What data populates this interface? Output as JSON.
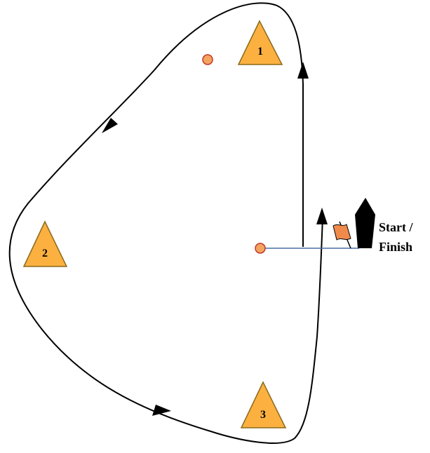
{
  "marks": [
    {
      "id": "mark-1",
      "label": "1"
    },
    {
      "id": "mark-2",
      "label": "2"
    },
    {
      "id": "mark-3",
      "label": "3"
    }
  ],
  "start_finish": {
    "line1": "Start /",
    "line2": "Finish"
  },
  "colors": {
    "mark_fill": "#fbb040",
    "mark_stroke": "#8a6a1a",
    "buoy_fill": "#f4a460",
    "buoy_stroke": "#c0392b",
    "course_line": "#000000",
    "start_line": "#4a6fa5",
    "flag_fill": "#f08a4b",
    "committee_boat": "#000000"
  },
  "icons": {
    "marks": "triangle-buoy",
    "small_buoys": "circle-buoy",
    "committee_boat": "boat-icon",
    "flag": "flag-icon",
    "arrows": "direction-arrow"
  }
}
